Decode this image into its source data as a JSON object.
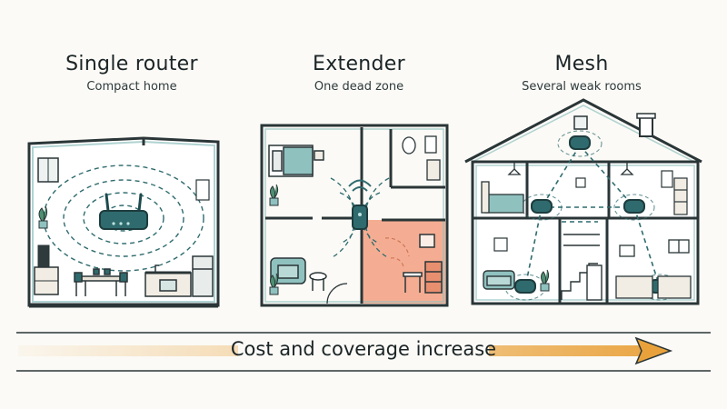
{
  "panels": [
    {
      "title": "Single router",
      "subtitle": "Compact home",
      "icon": "router-icon"
    },
    {
      "title": "Extender",
      "subtitle": "One dead zone",
      "icon": "extender-icon"
    },
    {
      "title": "Mesh",
      "subtitle": "Several weak rooms",
      "icon": "mesh-node-icon"
    }
  ],
  "footer": {
    "label": "Cost and coverage increase"
  },
  "colors": {
    "teal": "#2f6b6e",
    "teal_light": "#8fc1bf",
    "dead_zone": "#f3a487",
    "arrow_orange": "#e9a23b",
    "outline": "#2a3537"
  }
}
